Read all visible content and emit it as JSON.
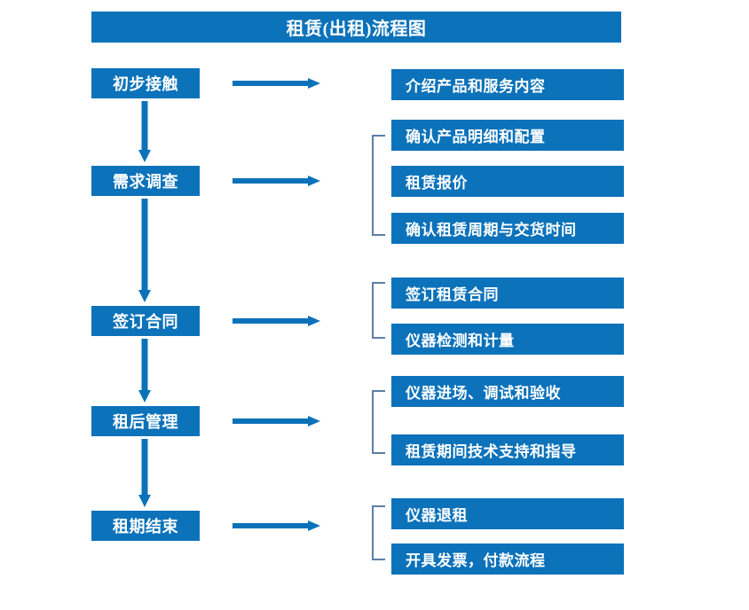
{
  "title": {
    "text": "租赁(出租)流程图"
  },
  "colors": {
    "box_blue": "#0c72ba",
    "arrow_blue": "#0b72ba",
    "bracket_gray_blue": "#5c7ea6",
    "box_text": "#ffffff",
    "background": "#ffffff"
  },
  "stages": [
    {
      "label": "初步接触"
    },
    {
      "label": "需求调查"
    },
    {
      "label": "签订合同"
    },
    {
      "label": "租后管理"
    },
    {
      "label": "租期结束"
    }
  ],
  "details": [
    {
      "label": "介绍产品和服务内容"
    },
    {
      "label": "确认产品明细和配置"
    },
    {
      "label": "租赁报价"
    },
    {
      "label": "确认租赁周期与交货时间"
    },
    {
      "label": "签订租赁合同"
    },
    {
      "label": "仪器检测和计量"
    },
    {
      "label": "仪器进场、调试和验收"
    },
    {
      "label": "租赁期间技术支持和指导"
    },
    {
      "label": "仪器退租"
    },
    {
      "label": "开具发票，付款流程"
    }
  ],
  "connectors": {
    "horizontal_arrow_count": 5,
    "vertical_arrow_count": 4,
    "bracket_count": 4
  }
}
